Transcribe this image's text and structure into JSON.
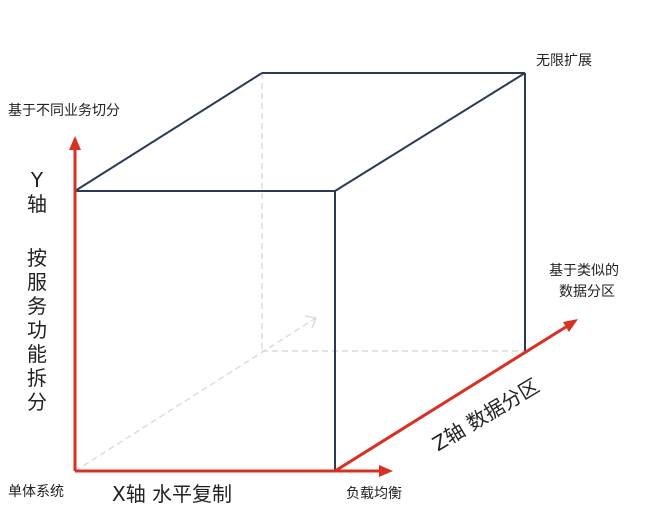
{
  "labels": {
    "top_left": "基于不同业务切分",
    "top_right": "无限扩展",
    "y_axis_char1": "Y",
    "y_axis_char2": "轴",
    "y_axis_chars": [
      "按",
      "服",
      "务",
      "功",
      "能",
      "拆",
      "分"
    ],
    "right_middle_line1": "基于类似的",
    "right_middle_line2": "数据分区",
    "z_axis": "Z轴 数据分区",
    "bottom_left": "单体系统",
    "x_axis": "X轴 水平复制",
    "bottom_right": "负载均衡"
  },
  "colors": {
    "axis_red": "#d93025",
    "cube_line": "#2b3a55",
    "hidden_line": "#dadada"
  }
}
